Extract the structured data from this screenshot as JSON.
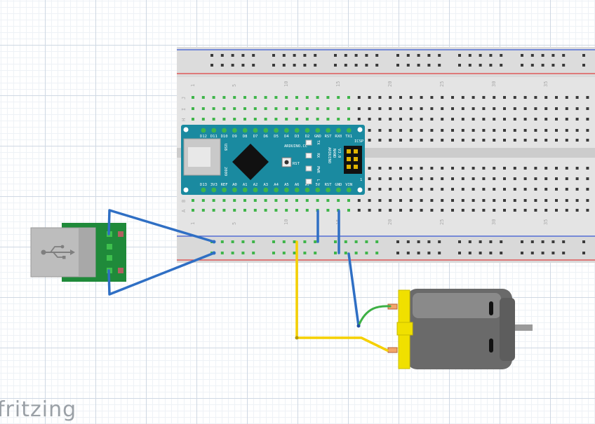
{
  "app": {
    "brand": "fritzing"
  },
  "breadboard": {
    "column_labels": [
      "1",
      "5",
      "10",
      "15",
      "20",
      "25",
      "30",
      "35"
    ],
    "row_labels_top": [
      "J",
      "I",
      "H",
      "G",
      "F"
    ],
    "row_labels_bottom": [
      "E",
      "D",
      "C",
      "B",
      "A"
    ]
  },
  "arduino": {
    "top_pins": [
      "D12",
      "D11",
      "D10",
      "D9",
      "D8",
      "D7",
      "D6",
      "D5",
      "D4",
      "D3",
      "D2",
      "GND",
      "RST",
      "RX0",
      "TX1"
    ],
    "bottom_pins": [
      "D13",
      "3V3",
      "REF",
      "A0",
      "A1",
      "A2",
      "A3",
      "A4",
      "A5",
      "A6",
      "A7",
      "5V",
      "RST",
      "GND",
      "VIN"
    ],
    "brand": "ARDUINO.CC",
    "model": [
      "ARDUINO",
      "NANO",
      "V3.0"
    ],
    "usb_label": "USB",
    "year": "2009",
    "leds": [
      "TX",
      "RX",
      "PWR",
      "L"
    ],
    "reset_label": "RST",
    "icsp_label": "ICSP",
    "one_label": "1"
  },
  "colors": {
    "wire_blue": "#2f6fc4",
    "wire_yellow": "#f5d000",
    "wire_green": "#3db045",
    "board_teal": "#1a8aa0",
    "usb_pcb": "#1f8a3a",
    "motor_yellow": "#f0e000"
  }
}
